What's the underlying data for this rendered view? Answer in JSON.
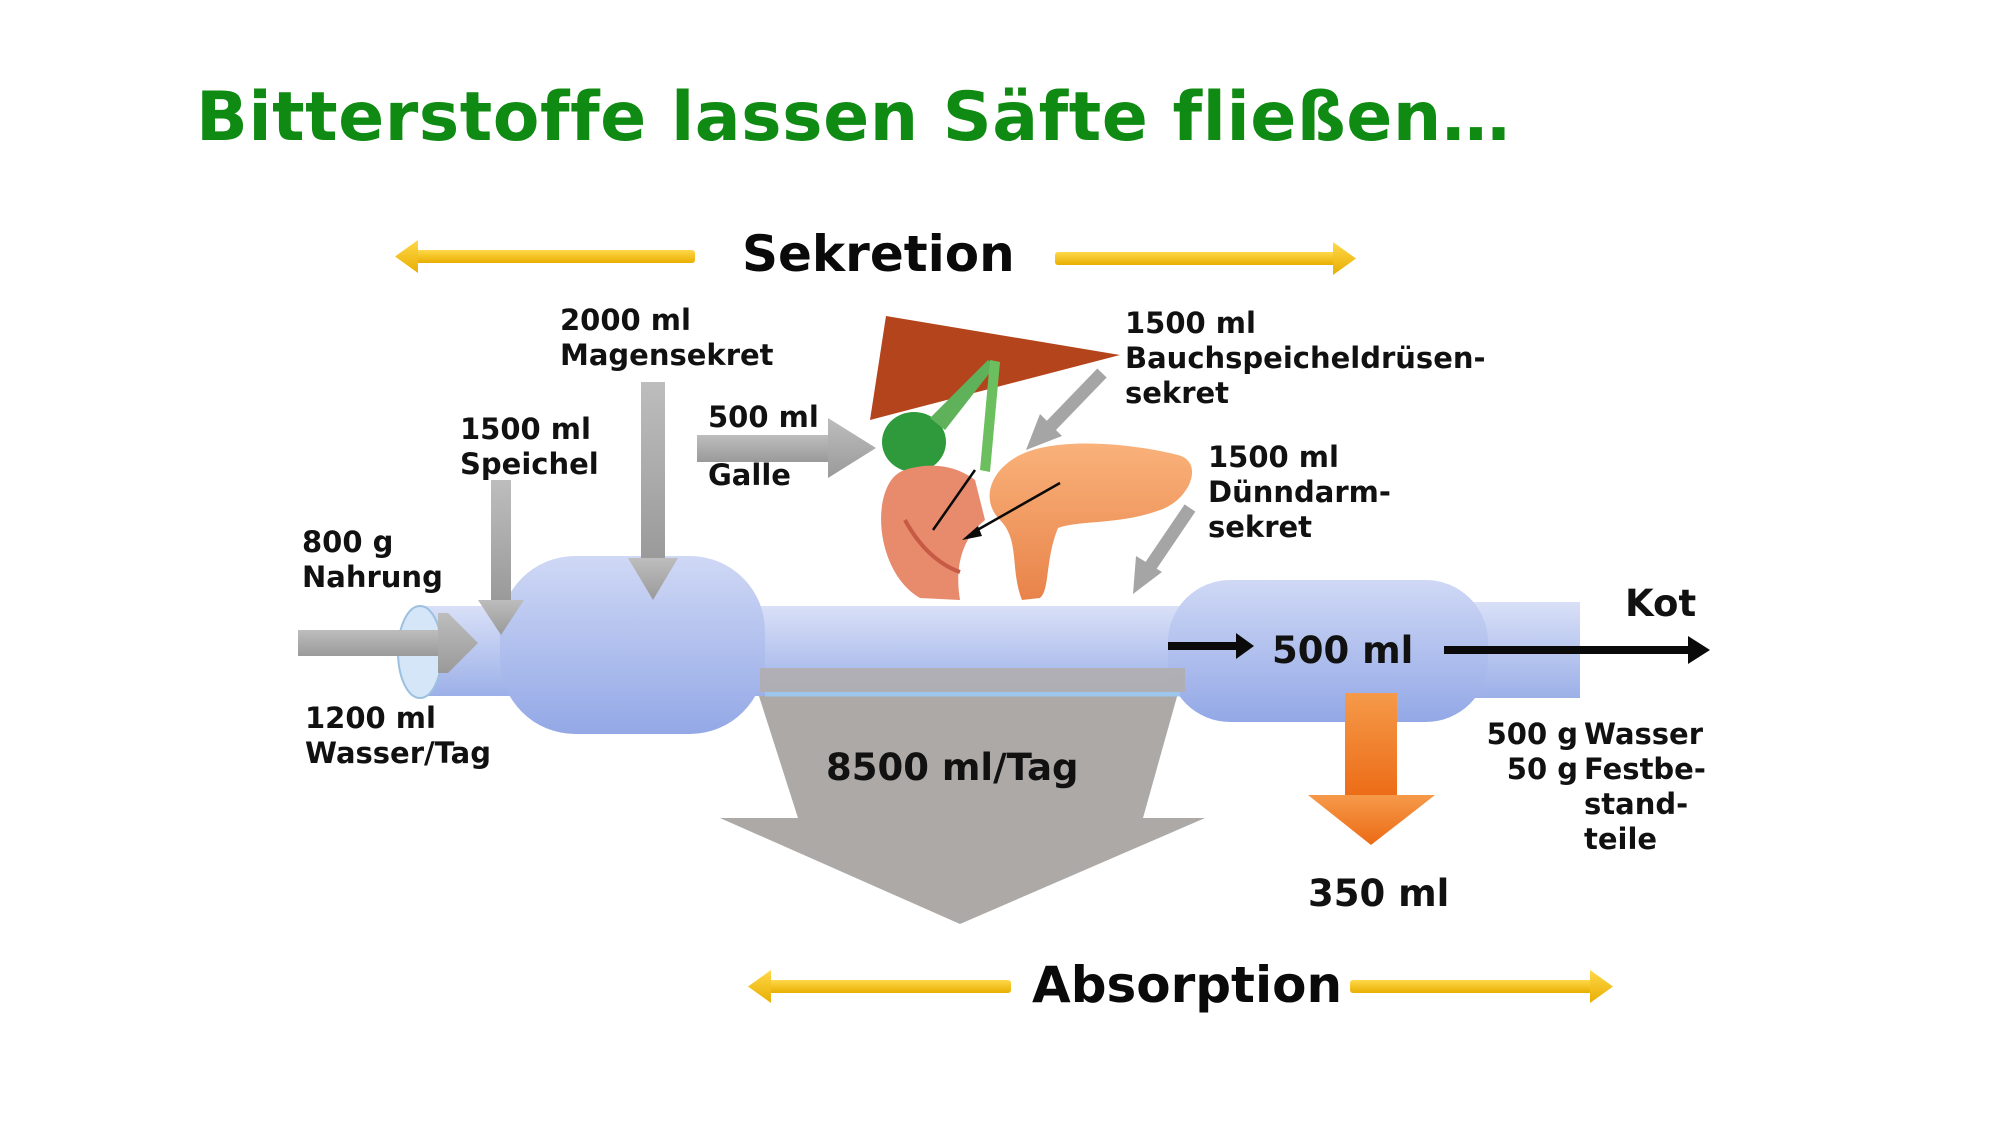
{
  "title": "Bitterstoffe lassen Säfte fließen…",
  "header": {
    "sekretion": "Sekretion",
    "absorption": "Absorption"
  },
  "labels": {
    "nahrung_amount": "800 g",
    "nahrung_name": "Nahrung",
    "wasser_amount": "1200 ml",
    "wasser_name": "Wasser/Tag",
    "speichel_amount": "1500 ml",
    "speichel_name": "Speichel",
    "magen_amount": "2000 ml",
    "magen_name": "Magensekret",
    "galle_amount": "500 ml",
    "galle_name": "Galle",
    "pankreas_amount": "1500 ml",
    "pankreas_name_1": "Bauchspeicheldrüsen-",
    "pankreas_name_2": "sekret",
    "duenndarm_amount": "1500 ml",
    "duenndarm_name_1": "Dünndarm-",
    "duenndarm_name_2": "sekret",
    "absorption_total": "8500 ml/Tag",
    "colon_content": "500 ml",
    "colon_absorption": "350 ml",
    "kot": "Kot",
    "kot_wasser_amount": "500 g",
    "kot_wasser_name": "Wasser",
    "kot_fest_amount": "50 g",
    "kot_fest_name_1": "Festbe-",
    "kot_fest_name_2": "stand-",
    "kot_fest_name_3": "teile"
  },
  "colors": {
    "title": "#0f8a12",
    "yellow_arrow": "#f5c000",
    "gray_arrow": "#a9a9a9",
    "orange_arrow": "#f07d25",
    "tube": "#b8c5ee"
  }
}
